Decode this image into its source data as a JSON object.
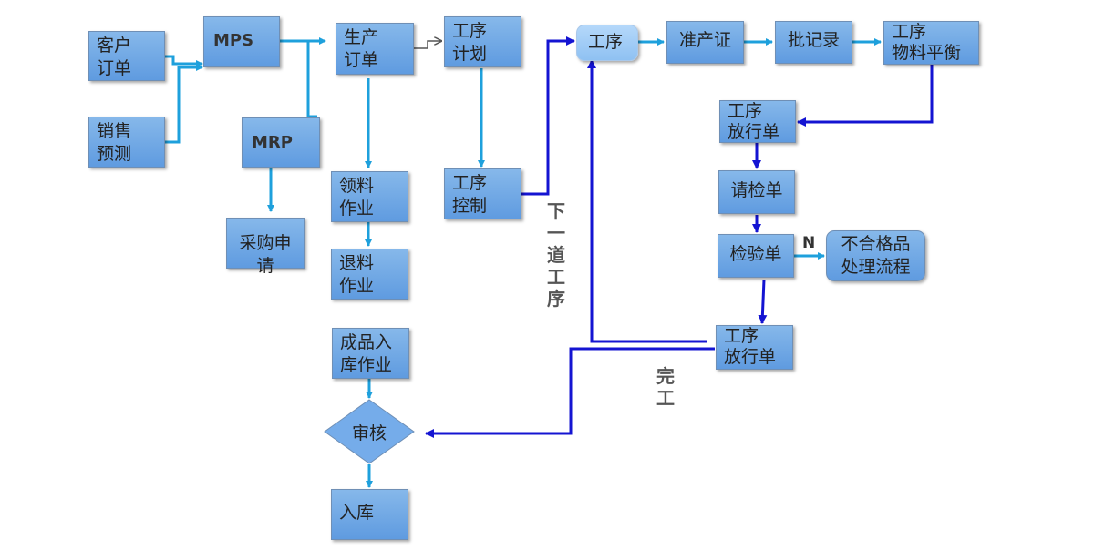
{
  "nodes": {
    "customer_order": "客户\n订单",
    "sales_forecast": "销售\n预测",
    "mps": "MPS",
    "mrp": "MRP",
    "purchase_request": "采购申请",
    "production_order": "生产\n订单",
    "process_plan": "工序\n计划",
    "process_control": "工序\n控制",
    "material_issue": "领料\n作业",
    "material_return": "退料\n作业",
    "finished_goods_receipt": "成品入\n库作业",
    "review": "审核",
    "warehousing": "入库",
    "process": "工序",
    "permit": "准产证",
    "batch_record": "批记录",
    "material_balance": "工序\n物料平衡",
    "release_order_1": "工序\n放行单",
    "inspection_request": "请检单",
    "inspection_order": "检验单",
    "nonconforming": "不合格品\n处理流程",
    "release_order_2": "工序\n放行单"
  },
  "labels": {
    "next_process": "下\n一\n道\n工\n序",
    "completion": "完\n工",
    "n": "N"
  },
  "colors": {
    "box_top": "#86b8ea",
    "box_bottom": "#5f9be0",
    "arrow_light": "#1ea0dc",
    "arrow_dark": "#1414d2",
    "arrow_gray": "#555555"
  }
}
